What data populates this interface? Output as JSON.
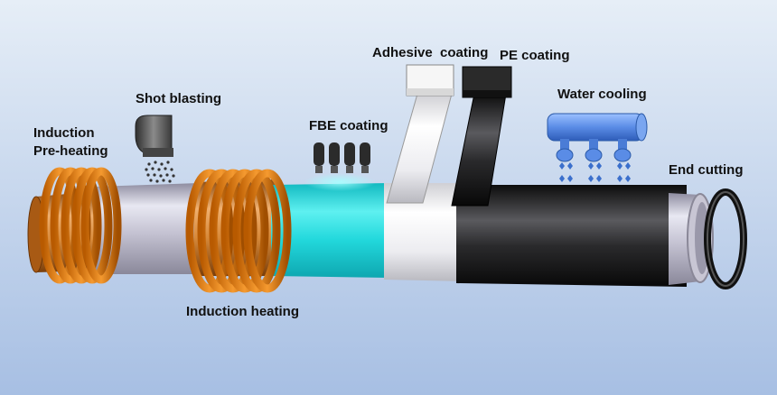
{
  "diagram": {
    "colors": {
      "background_top": "#e4ecf6",
      "background_bottom": "#a9c1e4",
      "steel": "#b8b6c6",
      "fbe": "#1fd6d6",
      "adhesive": "#f2f2f2",
      "pe": "#1a1a1a",
      "coil": "#e07a18",
      "water": "#4a7fd8"
    },
    "labels": {
      "induction_preheating_line1": "Induction",
      "induction_preheating_line2": "Pre-heating",
      "shot_blasting": "Shot blasting",
      "fbe_coating": "FBE coating",
      "adhesive_coating": "Adhesive  coating",
      "pe_coating": "PE coating",
      "water_cooling": "Water cooling",
      "end_cutting": "End cutting",
      "induction_heating": "Induction heating"
    }
  }
}
